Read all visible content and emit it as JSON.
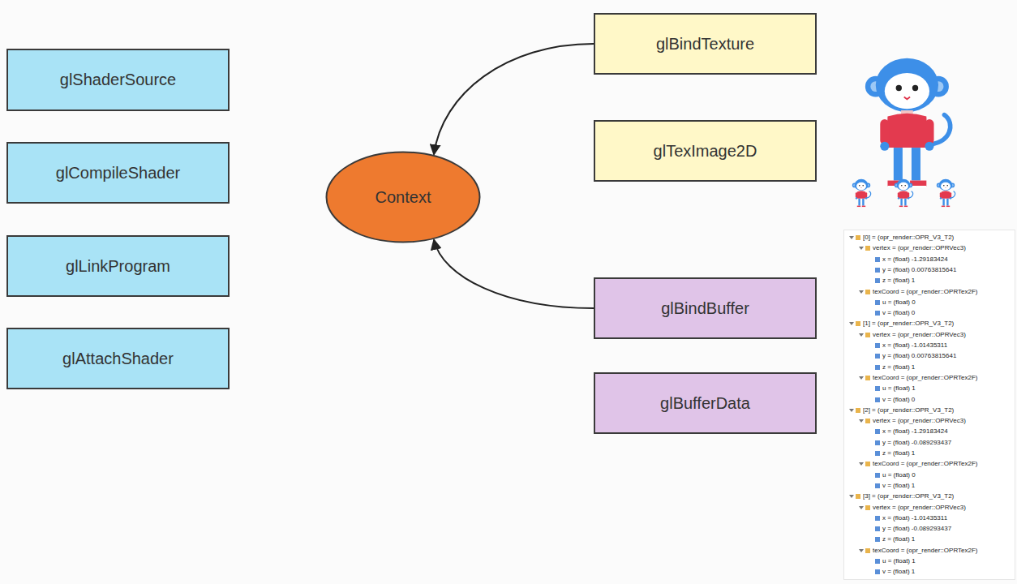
{
  "diagram": {
    "nodes": [
      {
        "text": [
          "glShaderSource"
        ]
      },
      {
        "text": [
          "glCompileShader"
        ]
      },
      {
        "text": [
          "glLinkProgram"
        ]
      },
      {
        "text": [
          "glAttachShader"
        ]
      },
      {
        "text": [
          "Context"
        ]
      },
      {
        "text": [
          "glBindTexture"
        ]
      },
      {
        "text": [
          "glTexImage2D"
        ]
      },
      {
        "text": [
          "glBindBuffer"
        ]
      },
      {
        "text": [
          "glBufferData"
        ]
      }
    ],
    "edges": [
      {
        "from": 5,
        "to": 4,
        "arrow": "to"
      },
      {
        "from": 7,
        "to": 4,
        "arrow": "to"
      }
    ],
    "labels": [
      "[0] = (opr_render::OPR_V3_T2)",
      "vertex = (opr_render::OPRVec3)",
      "x = (float) -1.29183424",
      "y = (float) 0.00763815641",
      "z = (float) 1",
      "texCoord = (opr_render::OPRTex2F)",
      "u = (float) 0",
      "v = (float) 0",
      "[1] = (opr_render::OPR_V3_T2)",
      "vertex = (opr_render::OPRVec3)",
      "x = (float) -1.01435311",
      "y = (float) 0.00763815641",
      "z = (float) 1",
      "texCoord = (opr_render::OPRTex2F)",
      "u = (float) 1",
      "v = (float) 0",
      "[2] = (opr_render::OPR_V3_T2)",
      "vertex = (opr_render::OPRVec3)",
      "x = (float) -1.29183424",
      "y = (float) -0.089293437",
      "z = (float) 1",
      "texCoord = (opr_render::OPRTex2F)",
      "u = (float) 0",
      "v = (float) 1",
      "[3] = (opr_render::OPR_V3_T2)",
      "vertex = (opr_render::OPRVec3)",
      "x = (float) -1.01435311",
      "y = (float) -0.089293437",
      "z = (float) 1",
      "texCoord = (opr_render::OPRTex2F)",
      "u = (float) 1",
      "v = (float) 1"
    ]
  }
}
